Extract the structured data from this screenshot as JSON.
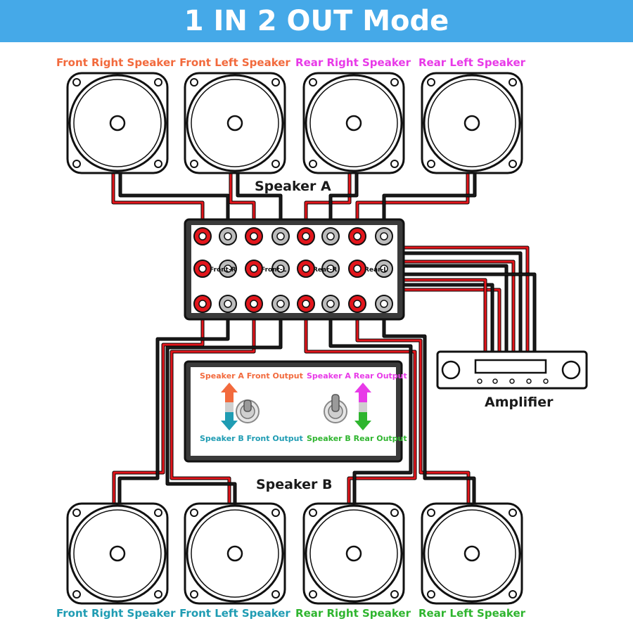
{
  "title": "1 IN 2 OUT Mode",
  "speaker_a": {
    "label": "Speaker A",
    "speakers": [
      {
        "label": "Front Right Speaker",
        "color": "#f26a3d"
      },
      {
        "label": "Front Left Speaker",
        "color": "#f26a3d"
      },
      {
        "label": "Rear Right Speaker",
        "color": "#e83ae8"
      },
      {
        "label": "Rear Left Speaker",
        "color": "#e83ae8"
      }
    ]
  },
  "speaker_b": {
    "label": "Speaker B",
    "speakers": [
      {
        "label": "Front Right Speaker",
        "color": "#1f9cb3"
      },
      {
        "label": "Front Left Speaker",
        "color": "#1f9cb3"
      },
      {
        "label": "Rear Right Speaker",
        "color": "#2fb52f"
      },
      {
        "label": "Rear Left Speaker",
        "color": "#2fb52f"
      }
    ]
  },
  "inputs": [
    "Front-R",
    "Front-L",
    "Rear-R",
    "Rear-L"
  ],
  "amplifier_label": "Amplifier",
  "switches": {
    "front": {
      "top": "Speaker A Front Output",
      "bottom": "Speaker B Front Output"
    },
    "rear": {
      "top": "Speaker A Rear Output",
      "bottom": "Speaker B Rear Output"
    }
  },
  "colors": {
    "banner": "#45a9e8",
    "wire_red": "#e3161c",
    "wire_black": "#1a1a1a",
    "front_a": "#f26a3d",
    "rear_a": "#e83ae8",
    "front_b": "#1f9cb3",
    "rear_b": "#2fb52f"
  }
}
